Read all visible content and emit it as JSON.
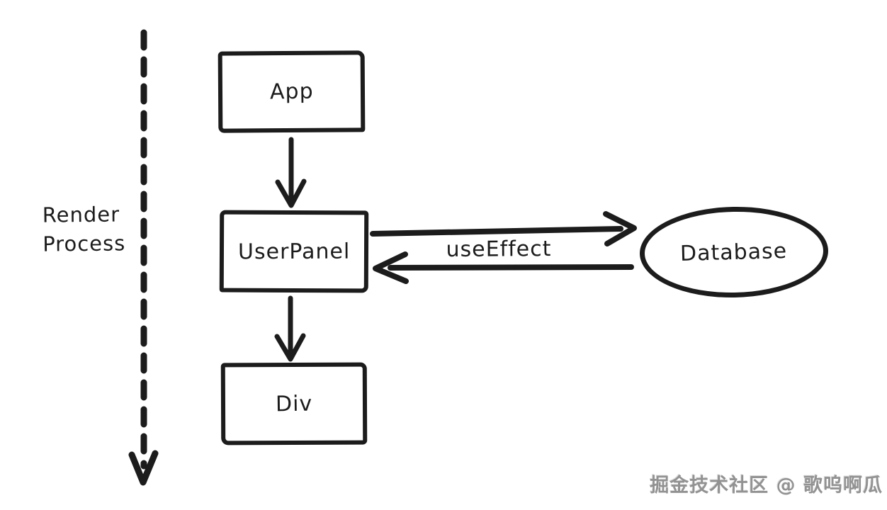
{
  "diagram": {
    "lane_label": "Render\nProcess",
    "nodes": {
      "app": {
        "label": "App",
        "shape": "rectangle"
      },
      "user_panel": {
        "label": "UserPanel",
        "shape": "rectangle"
      },
      "div": {
        "label": "Div",
        "shape": "rectangle"
      },
      "database": {
        "label": "Database",
        "shape": "ellipse"
      }
    },
    "edges": [
      {
        "from": "App",
        "to": "UserPanel",
        "label": "",
        "style": "solid-arrow-down"
      },
      {
        "from": "UserPanel",
        "to": "Div",
        "label": "",
        "style": "solid-arrow-down"
      },
      {
        "from": "UserPanel",
        "to": "Database",
        "label": "useEffect",
        "style": "bidirectional-horizontal-arrows"
      }
    ],
    "colors": {
      "ink": "#1c1c1c",
      "background": "#ffffff",
      "watermark": "#929292"
    }
  },
  "watermark": {
    "text": "掘金技术社区 @ 歌呜啊瓜"
  }
}
